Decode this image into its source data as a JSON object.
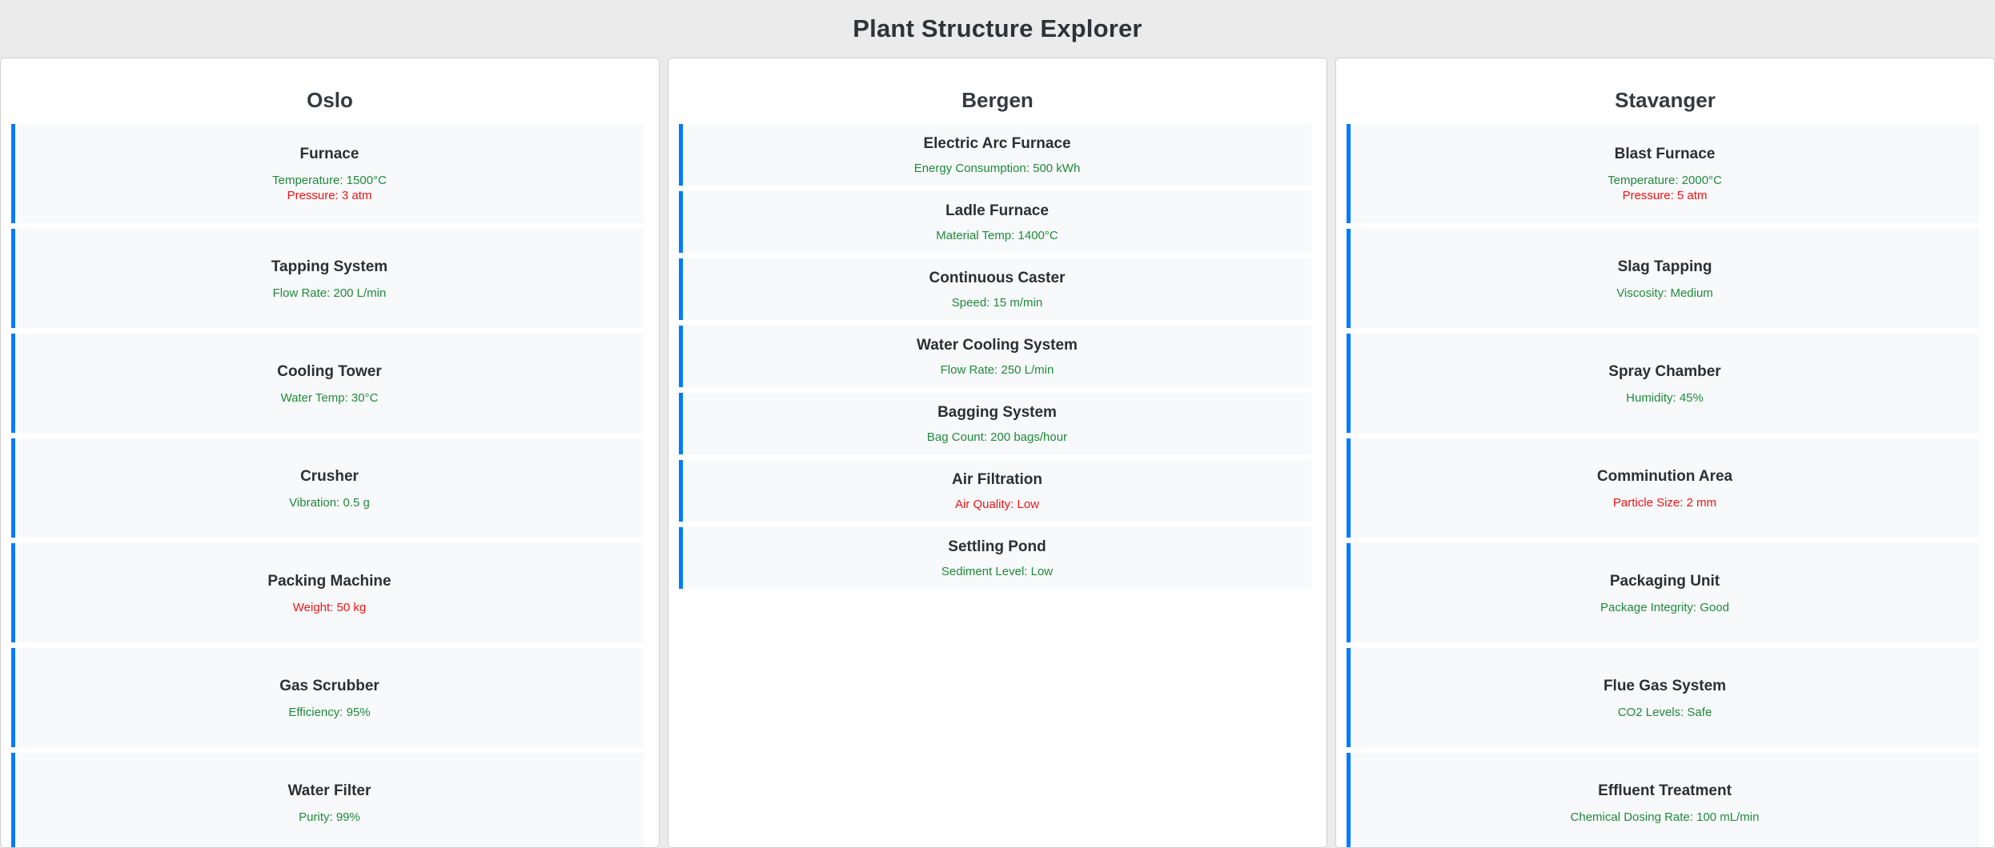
{
  "app": {
    "title": "Plant Structure Explorer",
    "accent_color": "#007bff",
    "ok_color": "#1e8a3c",
    "alert_color": "#f01414",
    "page_background": "#ebebeb",
    "card_background": "#f8f9fa",
    "panel_background": "#ffffff"
  },
  "columns": [
    {
      "name": "Oslo",
      "density": "dense-low",
      "nodes": [
        {
          "title": "Furnace",
          "metrics": [
            {
              "text": "Temperature: 1500°C",
              "status": "ok"
            },
            {
              "text": "Pressure: 3 atm",
              "status": "alert"
            }
          ]
        },
        {
          "title": "Tapping System",
          "metrics": [
            {
              "text": "Flow Rate: 200 L/min",
              "status": "ok"
            }
          ]
        },
        {
          "title": "Cooling Tower",
          "metrics": [
            {
              "text": "Water Temp: 30°C",
              "status": "ok"
            }
          ]
        },
        {
          "title": "Crusher",
          "metrics": [
            {
              "text": "Vibration: 0.5 g",
              "status": "ok"
            }
          ]
        },
        {
          "title": "Packing Machine",
          "metrics": [
            {
              "text": "Weight: 50 kg",
              "status": "alert"
            }
          ]
        },
        {
          "title": "Gas Scrubber",
          "metrics": [
            {
              "text": "Efficiency: 95%",
              "status": "ok"
            }
          ]
        },
        {
          "title": "Water Filter",
          "metrics": [
            {
              "text": "Purity: 99%",
              "status": "ok"
            }
          ]
        }
      ]
    },
    {
      "name": "Bergen",
      "density": "dense-high",
      "nodes": [
        {
          "title": "Electric Arc Furnace",
          "metrics": [
            {
              "text": "Energy Consumption: 500 kWh",
              "status": "ok"
            }
          ]
        },
        {
          "title": "Ladle Furnace",
          "metrics": [
            {
              "text": "Material Temp: 1400°C",
              "status": "ok"
            }
          ]
        },
        {
          "title": "Continuous Caster",
          "metrics": [
            {
              "text": "Speed: 15 m/min",
              "status": "ok"
            }
          ]
        },
        {
          "title": "Water Cooling System",
          "metrics": [
            {
              "text": "Flow Rate: 250 L/min",
              "status": "ok"
            }
          ]
        },
        {
          "title": "Bagging System",
          "metrics": [
            {
              "text": "Bag Count: 200 bags/hour",
              "status": "ok"
            }
          ]
        },
        {
          "title": "Air Filtration",
          "metrics": [
            {
              "text": "Air Quality: Low",
              "status": "alert"
            }
          ]
        },
        {
          "title": "Settling Pond",
          "metrics": [
            {
              "text": "Sediment Level: Low",
              "status": "ok"
            }
          ]
        }
      ]
    },
    {
      "name": "Stavanger",
      "density": "dense-low",
      "nodes": [
        {
          "title": "Blast Furnace",
          "metrics": [
            {
              "text": "Temperature: 2000°C",
              "status": "ok"
            },
            {
              "text": "Pressure: 5 atm",
              "status": "alert"
            }
          ]
        },
        {
          "title": "Slag Tapping",
          "metrics": [
            {
              "text": "Viscosity: Medium",
              "status": "ok"
            }
          ]
        },
        {
          "title": "Spray Chamber",
          "metrics": [
            {
              "text": "Humidity: 45%",
              "status": "ok"
            }
          ]
        },
        {
          "title": "Comminution Area",
          "metrics": [
            {
              "text": "Particle Size: 2 mm",
              "status": "alert"
            }
          ]
        },
        {
          "title": "Packaging Unit",
          "metrics": [
            {
              "text": "Package Integrity: Good",
              "status": "ok"
            }
          ]
        },
        {
          "title": "Flue Gas System",
          "metrics": [
            {
              "text": "CO2 Levels: Safe",
              "status": "ok"
            }
          ]
        },
        {
          "title": "Effluent Treatment",
          "metrics": [
            {
              "text": "Chemical Dosing Rate: 100 mL/min",
              "status": "ok"
            }
          ]
        }
      ]
    }
  ]
}
